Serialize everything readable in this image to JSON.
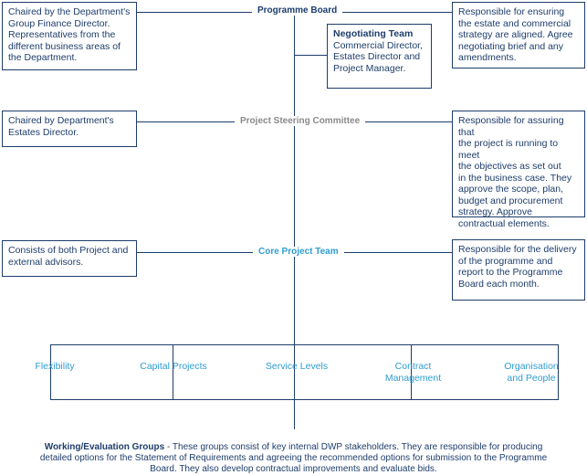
{
  "colors": {
    "dark_blue": "#1d3d6b",
    "light_blue": "#2e9cd3",
    "grey": "#8a8a8a"
  },
  "programme_board": {
    "label": "Programme Board",
    "left_note": "Chaired by the Department's\nGroup Finance Director.\nRepresentatives from the\ndifferent business areas of\nthe Department.",
    "right_note": "Responsible for ensuring\nthe estate and commercial\nstrategy are aligned. Agree\nnegotiating brief and any\namendments."
  },
  "negotiating_team": {
    "title": "Negotiating Team",
    "body": "Commercial Director,\nEstates Director and\nProject Manager."
  },
  "steering_committee": {
    "label": "Project Steering Committee",
    "left_note": "Chaired by Department's\nEstates Director.",
    "right_note": "Responsible for assuring that\nthe project is running to meet\nthe objectives as set out\nin the business case. They\napprove the scope, plan,\nbudget and procurement\nstrategy. Approve\ncontractual elements."
  },
  "core_team": {
    "label": "Core Project Team",
    "left_note": "Consists of both Project and\nexternal advisors.",
    "right_note": "Responsible for the delivery\nof the programme and\nreport to the Programme\nBoard each month."
  },
  "working_groups": [
    "Flexibility",
    "Capital Projects",
    "Service Levels",
    "Contract\nManagement",
    "Organisation\nand People"
  ],
  "footnote": {
    "title": "Working/Evaluation Groups",
    "text": " - These groups consist of key internal DWP stakeholders. They are responsible for producing detailed options for the Statement of Requirements and agreeing the recommended options for submission to the Programme Board. They also develop contractual improvements and evaluate bids."
  }
}
